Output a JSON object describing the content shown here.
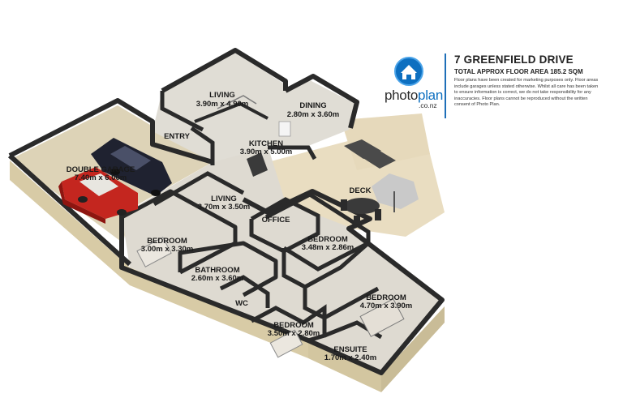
{
  "header": {
    "address": "7 GREENFIELD DRIVE",
    "total_area": "TOTAL APPROX FLOOR AREA 185.2 SQM",
    "disclaimer": "Floor plans have been created for marketing purposes only. Floor areas include garages unless stated otherwise. Whilst all care has been taken to ensure information is correct, we do not take responsibility for any inaccuracies. Floor plans cannot be reproduced without the written consent of Photo Plan."
  },
  "brand": {
    "name_part1": "photo",
    "name_part2": "plan",
    "domain": ".co.nz",
    "icon": "house-globe-icon",
    "color": "#0d6fc0"
  },
  "rooms": {
    "living_top": {
      "name": "LIVING",
      "size": "3.90m x 4.90m"
    },
    "dining": {
      "name": "DINING",
      "size": "2.80m x 3.60m"
    },
    "entry": {
      "name": "ENTRY"
    },
    "kitchen": {
      "name": "KITCHEN",
      "size": "3.90m x 5.00m"
    },
    "garage": {
      "name": "DOUBLE GARAGE",
      "size": "7.40m x 6.00m"
    },
    "living_mid": {
      "name": "LIVING",
      "size": "3.70m x 3.50m"
    },
    "deck": {
      "name": "DECK"
    },
    "office": {
      "name": "OFFICE"
    },
    "bedroom_mid": {
      "name": "BEDROOM",
      "size": "3.48m x 2.86m"
    },
    "bedroom_left": {
      "name": "BEDROOM",
      "size": "3.00m x 3.30m"
    },
    "bathroom": {
      "name": "BATHROOM",
      "size": "2.60m x 3.60m"
    },
    "wc": {
      "name": "WC"
    },
    "bedroom_master": {
      "name": "BEDROOM",
      "size": "4.70m x 3.90m"
    },
    "bedroom_bottom": {
      "name": "BEDROOM",
      "size": "3.50m x 2.80m"
    },
    "ensuite": {
      "name": "ENSUITE",
      "size": "1.70m x 2.40m"
    }
  },
  "colors": {
    "wall_top": "#2b2b2b",
    "wall_side": "#d6c9a4",
    "floor": "#dcd7cc",
    "garage_floor": "#dcd3b8",
    "deck_floor": "#e8dcc0",
    "accent": "#1e6fb8"
  }
}
